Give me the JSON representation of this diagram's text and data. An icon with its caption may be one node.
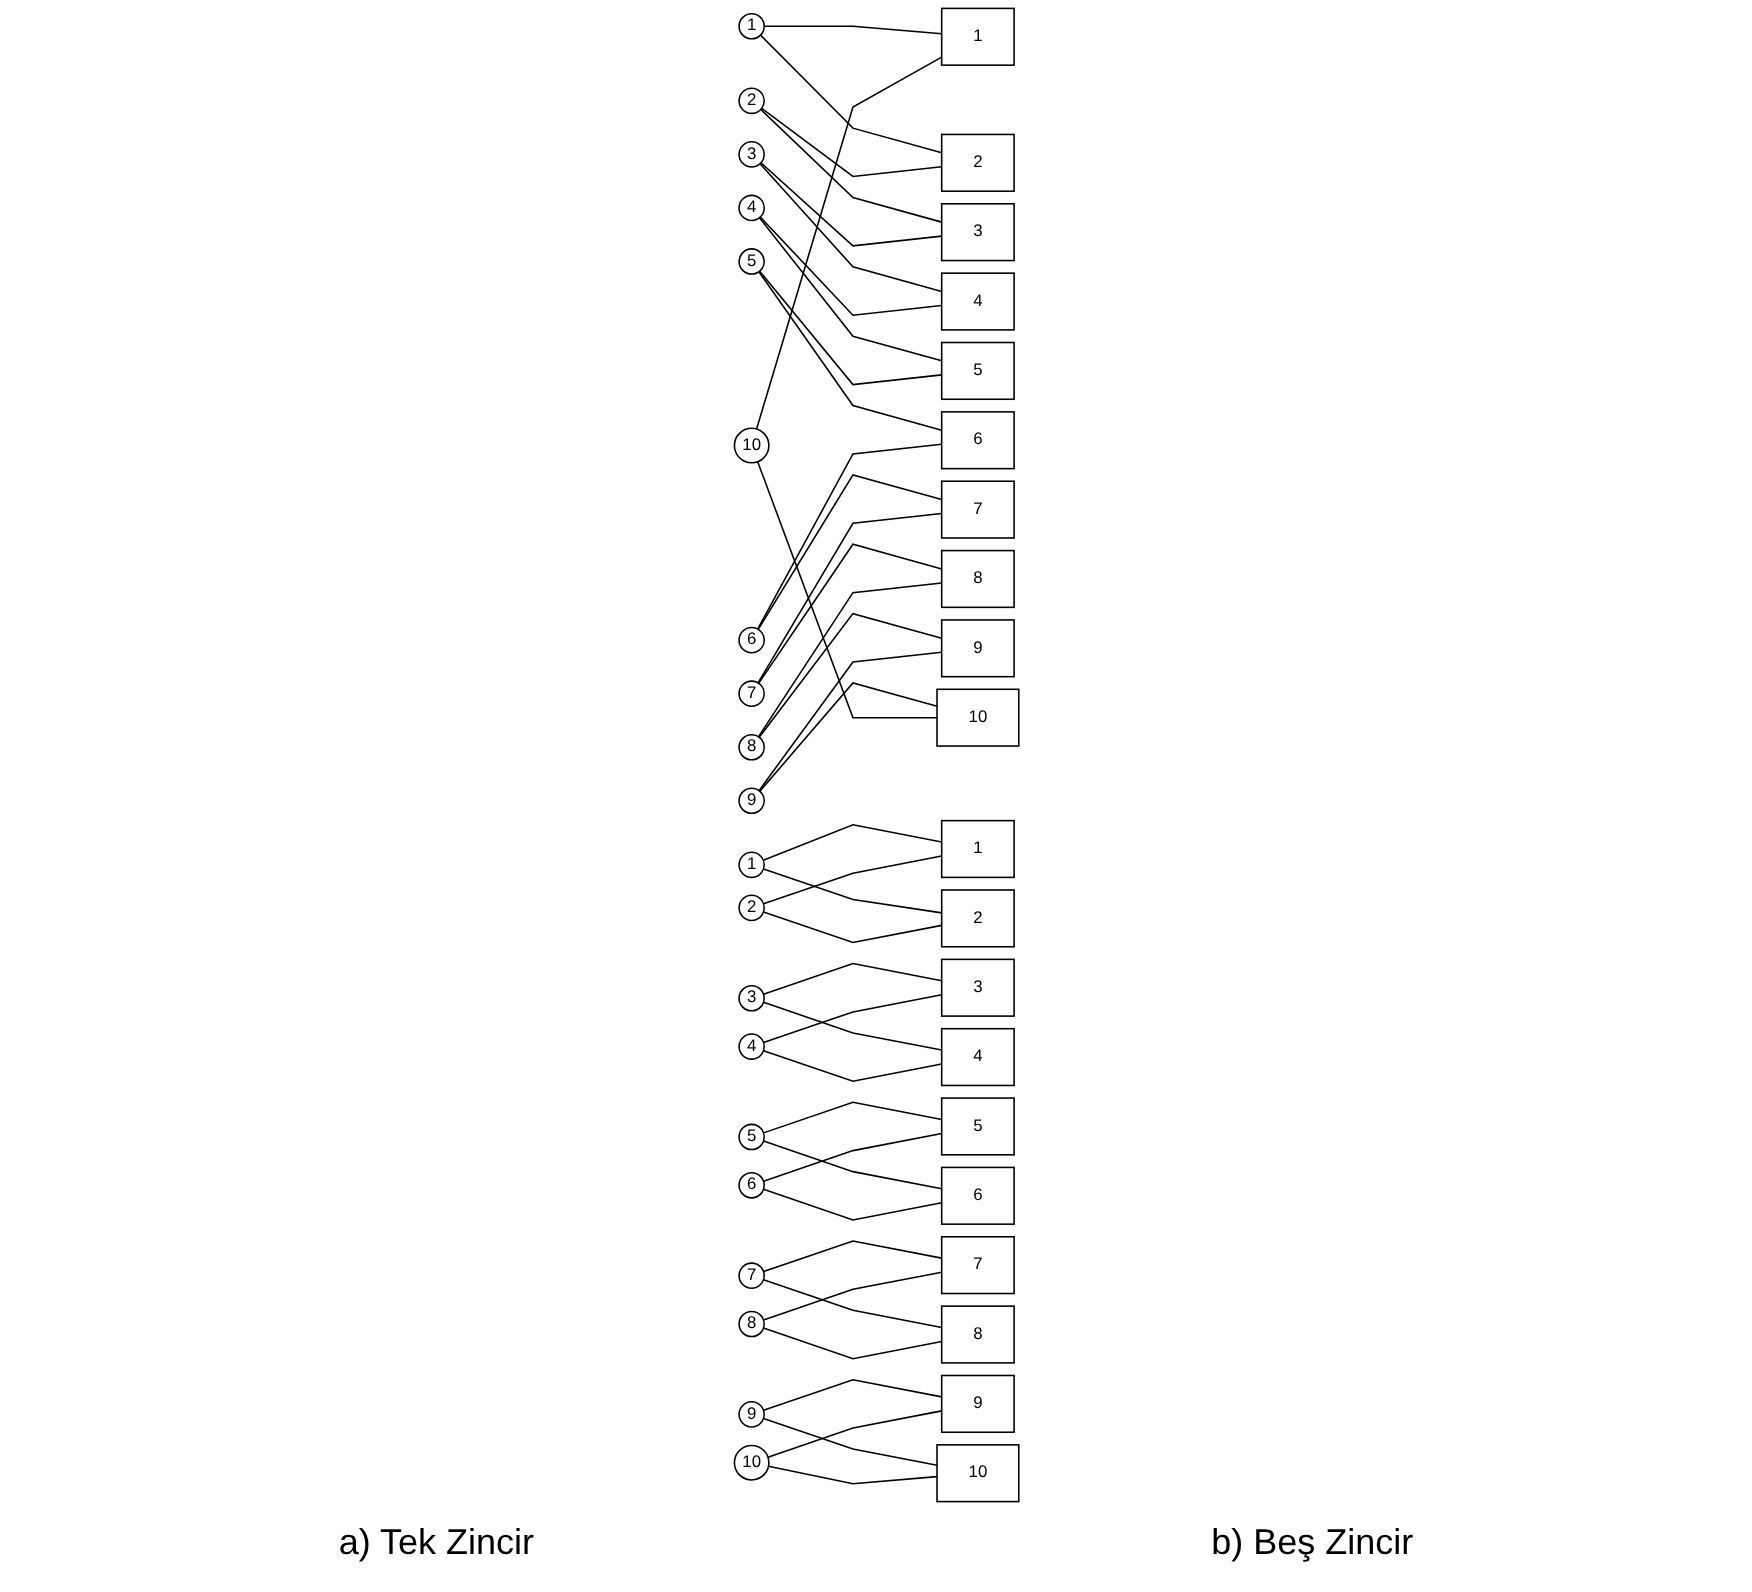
{
  "diagram": {
    "nodes": [
      {
        "text": [
          "1"
        ]
      },
      {
        "text": [
          "1"
        ]
      },
      {
        "text": [
          "2"
        ]
      },
      {
        "text": [
          "2"
        ]
      },
      {
        "text": [
          "3"
        ]
      },
      {
        "text": [
          "3"
        ]
      },
      {
        "text": [
          "4"
        ]
      },
      {
        "text": [
          "4"
        ]
      },
      {
        "text": [
          "5"
        ]
      },
      {
        "text": [
          "5"
        ]
      },
      {
        "text": [
          "6"
        ]
      },
      {
        "text": [
          "6"
        ]
      },
      {
        "text": [
          "7"
        ]
      },
      {
        "text": [
          "7"
        ]
      },
      {
        "text": [
          "8"
        ]
      },
      {
        "text": [
          "8"
        ]
      },
      {
        "text": [
          "9"
        ]
      },
      {
        "text": [
          "9"
        ]
      },
      {
        "text": [
          "10"
        ]
      },
      {
        "text": [
          "10"
        ]
      },
      {
        "text": [
          "1"
        ]
      },
      {
        "text": [
          "1"
        ]
      },
      {
        "text": [
          "2"
        ]
      },
      {
        "text": [
          "2"
        ]
      },
      {
        "text": [
          "3"
        ]
      },
      {
        "text": [
          "3"
        ]
      },
      {
        "text": [
          "4"
        ]
      },
      {
        "text": [
          "4"
        ]
      },
      {
        "text": [
          "5"
        ]
      },
      {
        "text": [
          "5"
        ]
      },
      {
        "text": [
          "6"
        ]
      },
      {
        "text": [
          "6"
        ]
      },
      {
        "text": [
          "7"
        ]
      },
      {
        "text": [
          "7"
        ]
      },
      {
        "text": [
          "8"
        ]
      },
      {
        "text": [
          "8"
        ]
      },
      {
        "text": [
          "9"
        ]
      },
      {
        "text": [
          "9"
        ]
      },
      {
        "text": [
          "10"
        ]
      },
      {
        "text": [
          "10"
        ]
      }
    ],
    "edges": [
      {
        "from": 0,
        "to": 1,
        "arrow": "none"
      },
      {
        "from": 0,
        "to": 3,
        "arrow": "none"
      },
      {
        "from": 2,
        "to": 3,
        "arrow": "none"
      },
      {
        "from": 2,
        "to": 5,
        "arrow": "none"
      },
      {
        "from": 4,
        "to": 5,
        "arrow": "none"
      },
      {
        "from": 4,
        "to": 7,
        "arrow": "none"
      },
      {
        "from": 6,
        "to": 7,
        "arrow": "none"
      },
      {
        "from": 6,
        "to": 9,
        "arrow": "none"
      },
      {
        "from": 8,
        "to": 9,
        "arrow": "none"
      },
      {
        "from": 8,
        "to": 11,
        "arrow": "none"
      },
      {
        "from": 10,
        "to": 11,
        "arrow": "none"
      },
      {
        "from": 10,
        "to": 13,
        "arrow": "none"
      },
      {
        "from": 12,
        "to": 13,
        "arrow": "none"
      },
      {
        "from": 12,
        "to": 15,
        "arrow": "none"
      },
      {
        "from": 14,
        "to": 15,
        "arrow": "none"
      },
      {
        "from": 14,
        "to": 17,
        "arrow": "none"
      },
      {
        "from": 16,
        "to": 17,
        "arrow": "none"
      },
      {
        "from": 16,
        "to": 19,
        "arrow": "none"
      },
      {
        "from": 18,
        "to": 19,
        "arrow": "none"
      },
      {
        "from": 18,
        "to": 1,
        "arrow": "none"
      },
      {
        "from": 20,
        "to": 21,
        "arrow": "none"
      },
      {
        "from": 20,
        "to": 23,
        "arrow": "none"
      },
      {
        "from": 22,
        "to": 21,
        "arrow": "none"
      },
      {
        "from": 22,
        "to": 23,
        "arrow": "none"
      },
      {
        "from": 24,
        "to": 25,
        "arrow": "none"
      },
      {
        "from": 24,
        "to": 27,
        "arrow": "none"
      },
      {
        "from": 26,
        "to": 25,
        "arrow": "none"
      },
      {
        "from": 26,
        "to": 27,
        "arrow": "none"
      },
      {
        "from": 28,
        "to": 29,
        "arrow": "none"
      },
      {
        "from": 28,
        "to": 31,
        "arrow": "none"
      },
      {
        "from": 30,
        "to": 29,
        "arrow": "none"
      },
      {
        "from": 30,
        "to": 31,
        "arrow": "none"
      },
      {
        "from": 32,
        "to": 33,
        "arrow": "none"
      },
      {
        "from": 32,
        "to": 35,
        "arrow": "none"
      },
      {
        "from": 34,
        "to": 33,
        "arrow": "none"
      },
      {
        "from": 34,
        "to": 35,
        "arrow": "none"
      },
      {
        "from": 36,
        "to": 37,
        "arrow": "none"
      },
      {
        "from": 36,
        "to": 39,
        "arrow": "none"
      },
      {
        "from": 38,
        "to": 37,
        "arrow": "none"
      },
      {
        "from": 38,
        "to": 39,
        "arrow": "none"
      }
    ],
    "labels": [
      "a) Tek Zincir",
      "b) Beş Zincir"
    ]
  }
}
